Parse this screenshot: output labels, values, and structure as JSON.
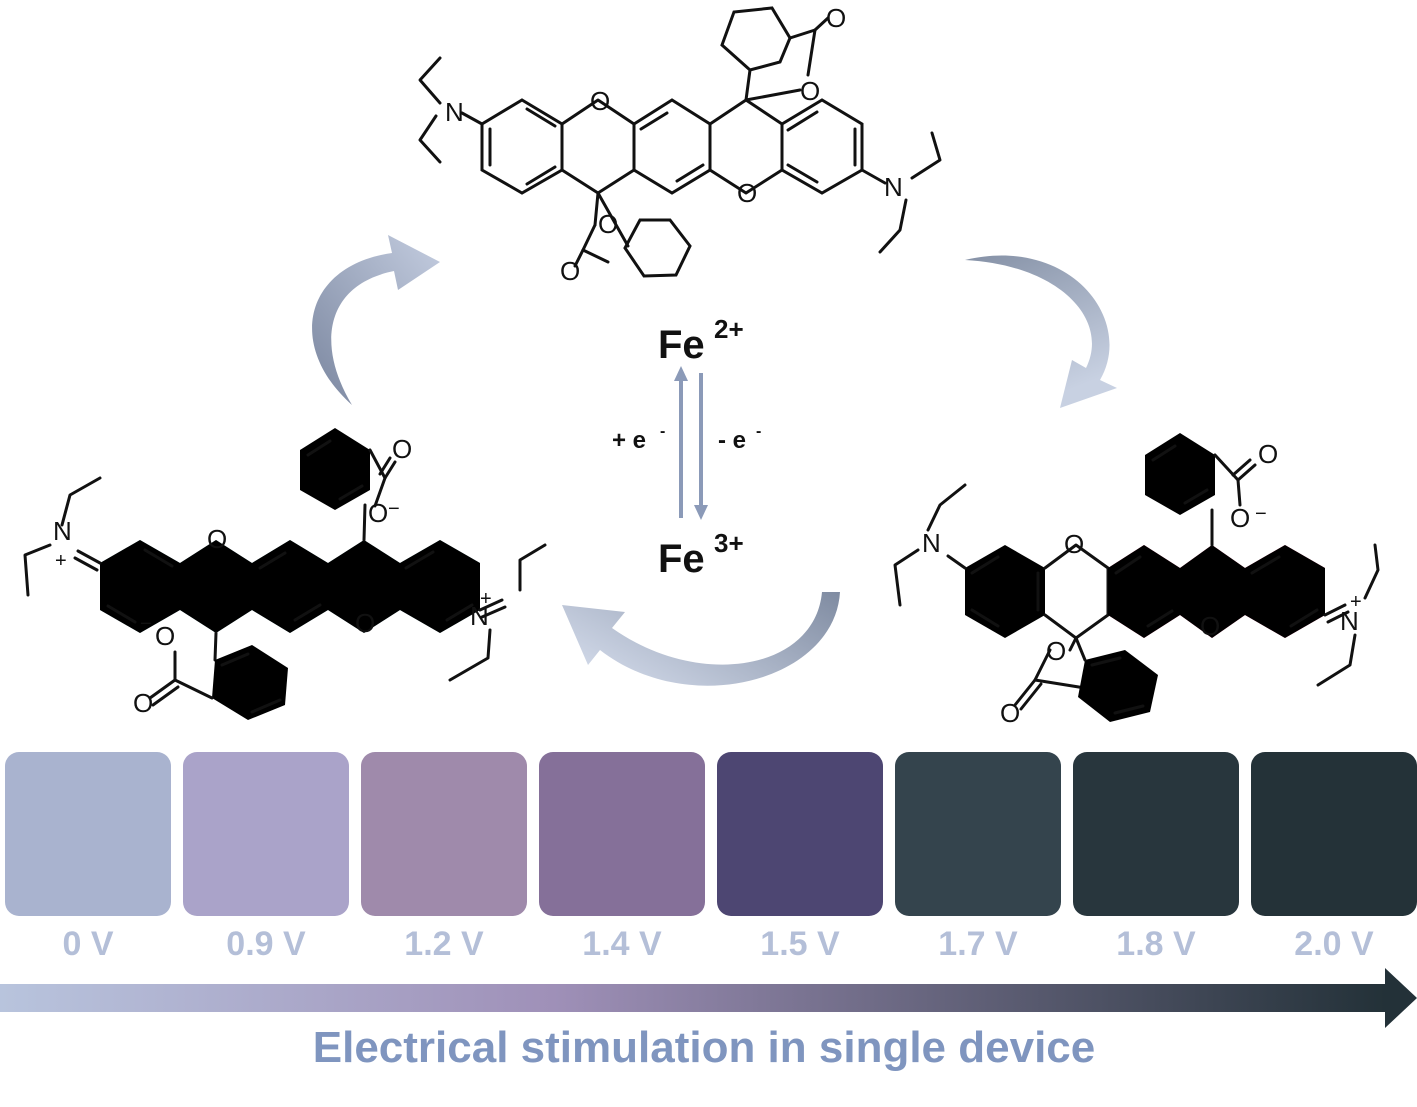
{
  "redox": {
    "upper_ion": "Fe",
    "upper_charge": "2+",
    "lower_ion": "Fe",
    "lower_charge": "3+",
    "left_label": "+ e",
    "left_label_sup": "-",
    "right_label": "- e",
    "right_label_sup": "-"
  },
  "molecules": {
    "top": {
      "state": "spirolactone (closed)"
    },
    "left": {
      "state": "fully opened",
      "highlight_color": "#78adb1"
    },
    "right": {
      "state": "half opened",
      "highlight_color": "#ee4d7e"
    }
  },
  "atoms": {
    "N": "N",
    "O": "O",
    "plus": "+",
    "minus": "−"
  },
  "swatches": [
    {
      "label": "0 V",
      "color": "#a9b3cf"
    },
    {
      "label": "0.9 V",
      "color": "#aaa3c9"
    },
    {
      "label": "1.2 V",
      "color": "#9f8aab"
    },
    {
      "label": "1.4 V",
      "color": "#857099"
    },
    {
      "label": "1.5 V",
      "color": "#4d4672"
    },
    {
      "label": "1.7 V",
      "color": "#34444d"
    },
    {
      "label": "1.8 V",
      "color": "#28363d"
    },
    {
      "label": "2.0 V",
      "color": "#243238"
    }
  ],
  "caption": "Electrical stimulation in single device",
  "colors": {
    "arrow_start": "#b8c4dd",
    "arrow_mid": "#9f90b8",
    "arrow_end": "#233138",
    "cycle_arrow": "#9aa7c2"
  }
}
